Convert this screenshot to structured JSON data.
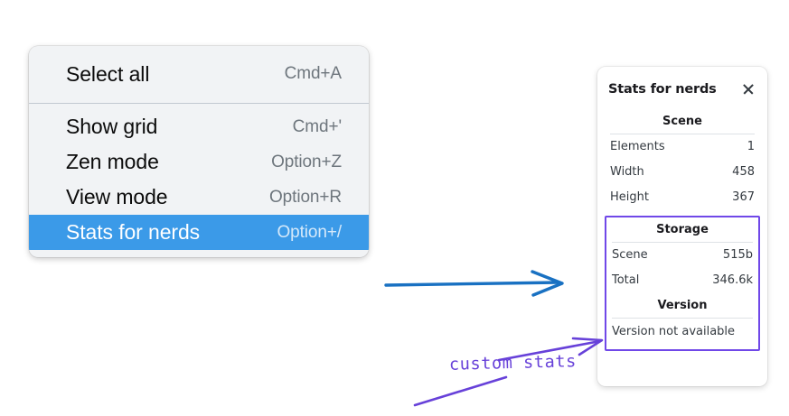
{
  "context_menu": {
    "name": "canvas-context-menu",
    "groups": [
      {
        "items": [
          {
            "label": "Select all",
            "shortcut": "Cmd+A",
            "selected": false
          }
        ]
      },
      {
        "items": [
          {
            "label": "Show grid",
            "shortcut": "Cmd+'",
            "selected": false
          },
          {
            "label": "Zen mode",
            "shortcut": "Option+Z",
            "selected": false
          },
          {
            "label": "View mode",
            "shortcut": "Option+R",
            "selected": false
          },
          {
            "label": "Stats for nerds",
            "shortcut": "Option+/",
            "selected": true
          }
        ]
      }
    ],
    "highlight_color": "#3b9ae8",
    "background_color": "#f1f3f5"
  },
  "stats_panel": {
    "title": "Stats for nerds",
    "close_icon": "close-icon",
    "sections": [
      {
        "id": "scene",
        "title": "Scene",
        "rows": [
          {
            "label": "Elements",
            "value": "1"
          },
          {
            "label": "Width",
            "value": "458"
          },
          {
            "label": "Height",
            "value": "367"
          }
        ]
      },
      {
        "id": "storage",
        "title": "Storage",
        "rows": [
          {
            "label": "Scene",
            "value": "515b"
          },
          {
            "label": "Total",
            "value": "346.6k"
          }
        ]
      },
      {
        "id": "version",
        "title": "Version",
        "note": "Version not available"
      }
    ],
    "highlight_border_color": "#7048e8"
  },
  "annotations": {
    "handwritten_label": "custom stats",
    "handwritten_color": "#6741d9",
    "flow_arrow_color": "#1971c2"
  }
}
